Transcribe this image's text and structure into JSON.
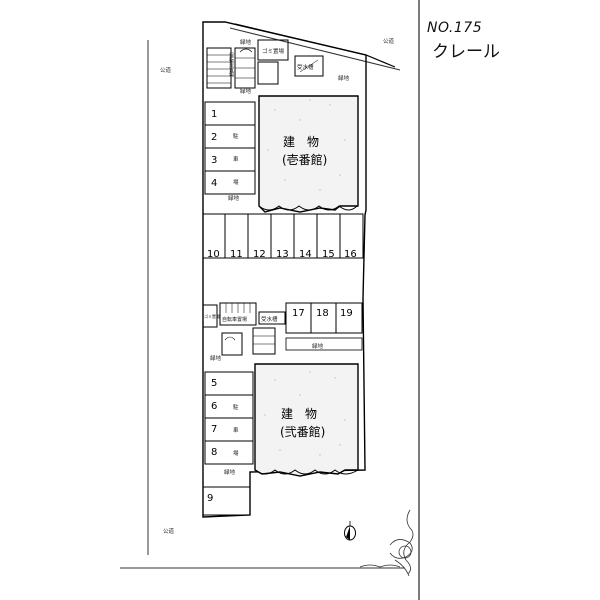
{
  "header": {
    "doc_number": "NO.175",
    "property_name": "クレール"
  },
  "roads": {
    "label": "公道"
  },
  "utility": {
    "greenery": "緑地",
    "bicycle_parking": "自転車置場",
    "trash": "ゴミ置場",
    "water_tank": "受水槽"
  },
  "building_1": {
    "title": "建　物",
    "name": "(壱番館)"
  },
  "building_2": {
    "title": "建　物",
    "name": "(弐番館)"
  },
  "parking": {
    "side_label_chars": [
      "駐",
      "車",
      "場"
    ],
    "west_block_1": [
      "1",
      "2",
      "3",
      "4"
    ],
    "middle_row": [
      "10",
      "11",
      "12",
      "13",
      "14",
      "15",
      "16"
    ],
    "east_row": [
      "17",
      "18",
      "19"
    ],
    "west_block_2": [
      "5",
      "6",
      "7",
      "8"
    ],
    "bottom_space": "9"
  }
}
